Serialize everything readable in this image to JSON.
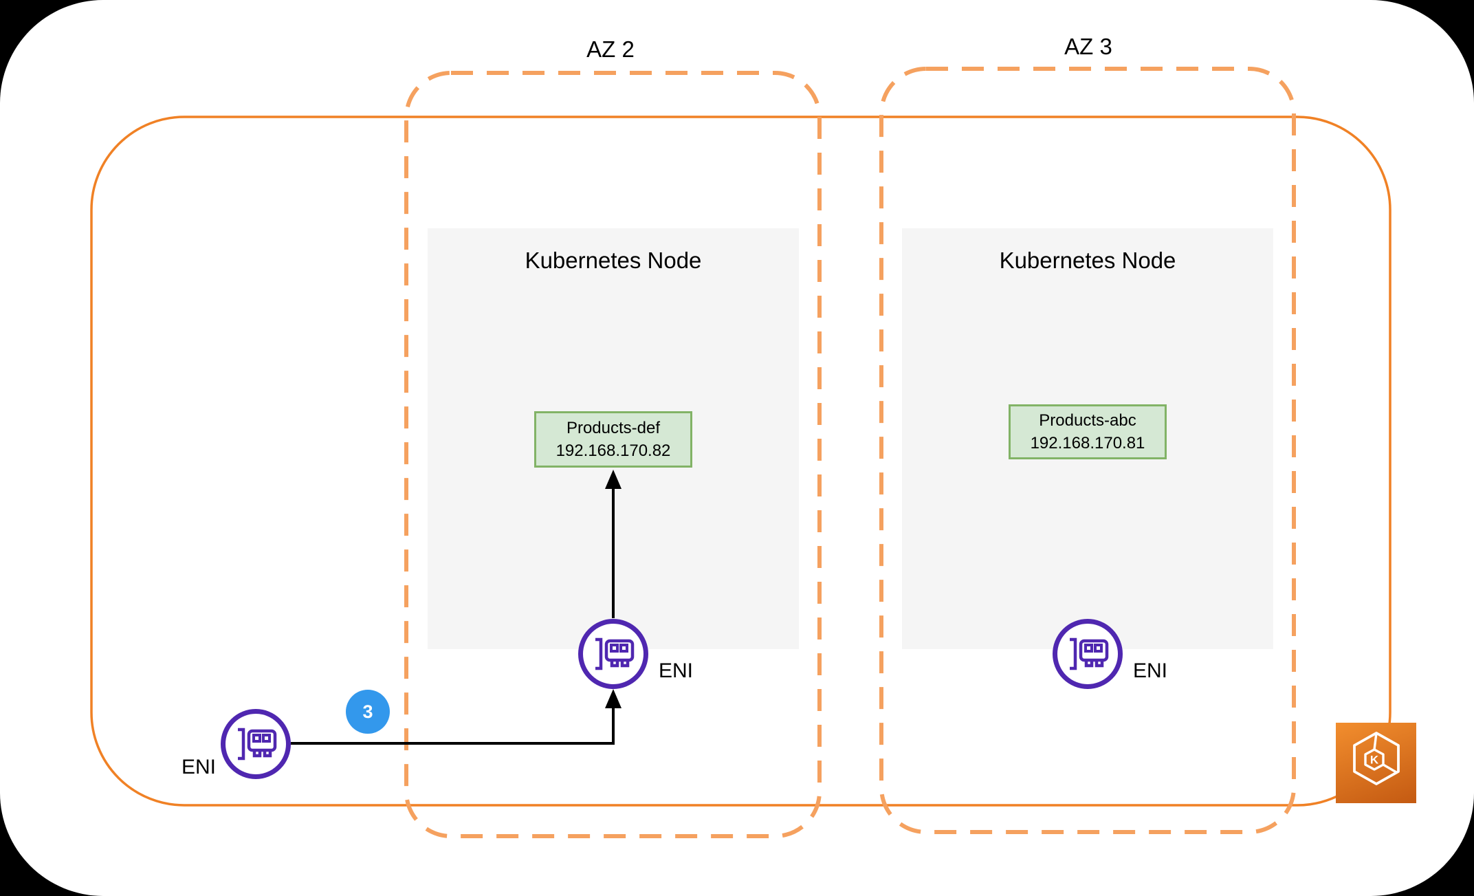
{
  "canvas": {
    "background_color": "#000000",
    "surface_color": "#ffffff"
  },
  "vpc_boundary": {
    "border_color": "#f08125",
    "style": "solid rounded rectangle"
  },
  "availability_zones": [
    {
      "label": "AZ 2",
      "border_color": "#f5a15f"
    },
    {
      "label": "AZ 3",
      "border_color": "#f5a15f"
    }
  ],
  "nodes": [
    {
      "title": "Kubernetes Node",
      "pod": {
        "name": "Products-def",
        "ip": "192.168.170.82"
      },
      "eni_label": "ENI"
    },
    {
      "title": "Kubernetes Node",
      "pod": {
        "name": "Products-abc",
        "ip": "192.168.170.81"
      },
      "eni_label": "ENI"
    }
  ],
  "external_eni": {
    "label": "ENI"
  },
  "step_badge": {
    "value": "3",
    "color": "#3398ec"
  },
  "pod_style": {
    "fill": "#d5e8d4",
    "border": "#82b366"
  },
  "eni_icon": {
    "semantic": "network-interface-card-icon",
    "color": "#4f27b0"
  },
  "eks_icon": {
    "semantic": "kubernetes-cluster-hexagon-icon",
    "letter": "K",
    "gradient_top": "#f28e2e",
    "gradient_bottom": "#c45a12"
  },
  "arrows": {
    "color": "#000000"
  }
}
